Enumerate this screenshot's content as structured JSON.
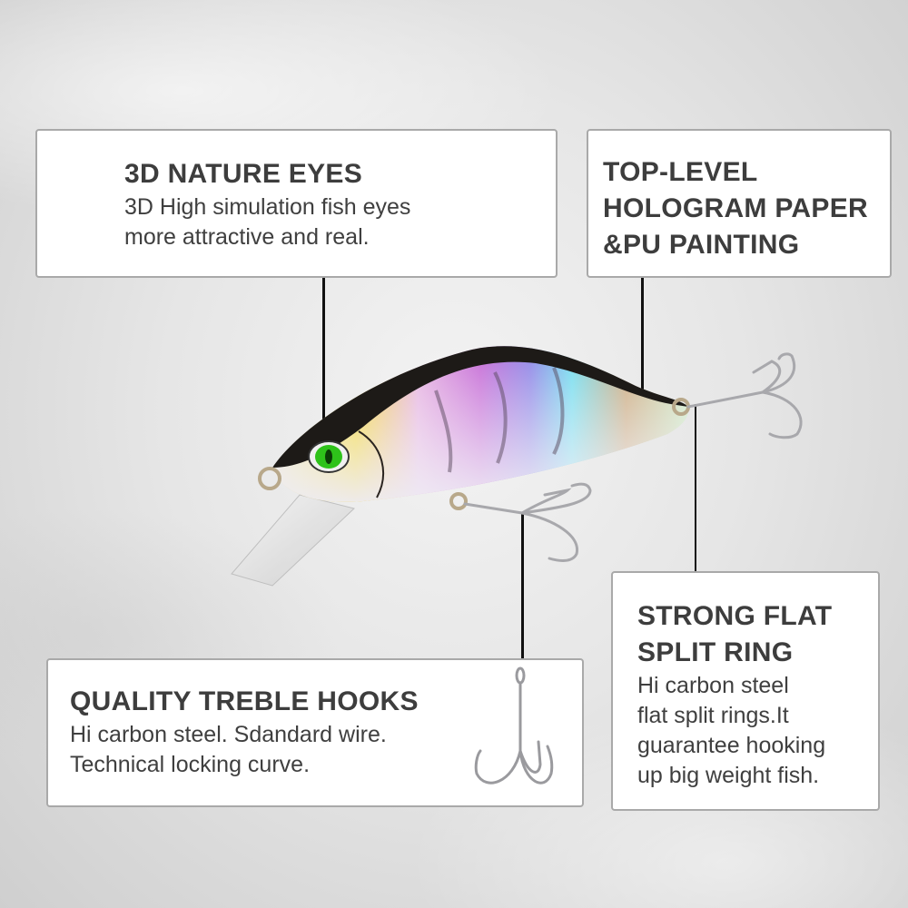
{
  "callouts": [
    {
      "id": "nature-eyes",
      "title": "3D NATURE EYES",
      "body": [
        "3D High simulation fish eyes",
        "more attractive and real."
      ]
    },
    {
      "id": "hologram-paper",
      "title": [
        "TOP-LEVEL",
        "HOLOGRAM PAPER",
        "&PU PAINTING"
      ]
    },
    {
      "id": "treble-hooks",
      "title": "QUALITY TREBLE HOOKS",
      "body": [
        "Hi carbon steel. Sdandard wire.",
        "Technical locking curve."
      ]
    },
    {
      "id": "split-ring",
      "title": [
        "STRONG FLAT",
        "SPLIT RING"
      ],
      "body": [
        "Hi carbon steel",
        "flat split rings.It",
        "guarantee hooking",
        "up big weight fish."
      ]
    }
  ],
  "product": {
    "name": "holographic crankbait fishing lure",
    "colors": {
      "back": "#1a1714",
      "eye": "#2ec21a",
      "holo_pink": "#d06ad8",
      "holo_yellow": "#f2d21c",
      "holo_cyan": "#6fe0f0",
      "belly": "#e9e6ef"
    }
  }
}
